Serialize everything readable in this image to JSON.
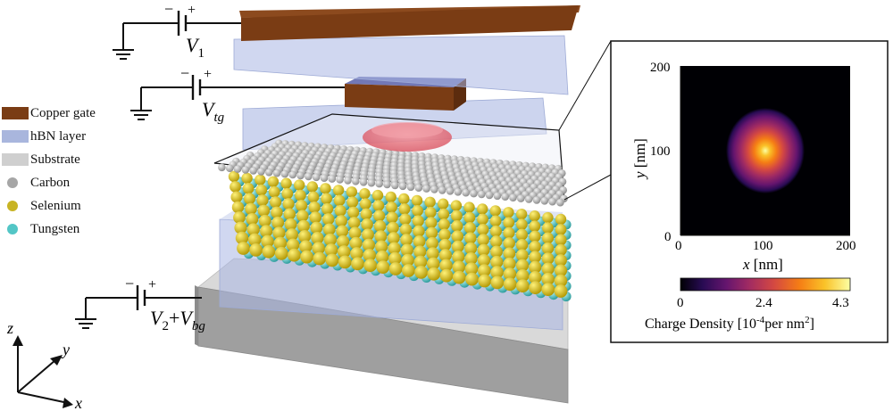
{
  "legend": {
    "items": [
      {
        "label": "Copper gate",
        "color": "#7a3c14",
        "shape": "swatch"
      },
      {
        "label": "hBN layer",
        "color": "#a9b6dd",
        "shape": "swatch"
      },
      {
        "label": "Substrate",
        "color": "#cfcfcf",
        "shape": "swatch"
      },
      {
        "label": "Carbon",
        "color": "#a6a6a6",
        "shape": "dot"
      },
      {
        "label": "Selenium",
        "color": "#c8b424",
        "shape": "dot"
      },
      {
        "label": "Tungsten",
        "color": "#53c6c6",
        "shape": "dot"
      }
    ]
  },
  "voltages": {
    "v1": {
      "base": "V",
      "sub": "1"
    },
    "vtg": {
      "base": "V",
      "sub": "tg"
    },
    "vbg": {
      "base1": "V",
      "sub1": "2",
      "plus": "+",
      "base2": "V",
      "sub2": "bg"
    },
    "minus": "−",
    "plus": "+"
  },
  "axes_triad": {
    "z": "z",
    "y": "y",
    "x": "x"
  },
  "colors": {
    "copper": "#7a3c14",
    "copper_top": "#8c4a1e",
    "hbn": "#aab7e3",
    "substrate_top": "#d8d8d8",
    "substrate_front": "#a8a8a8",
    "carbon": "#b4b4b4",
    "selenium": "#d8c21a",
    "tungsten": "#4fc2c2",
    "puddle": "#e8707a"
  },
  "inset": {
    "chart_data": {
      "type": "heatmap",
      "xlabel_var": "x",
      "xlabel_unit": "[nm]",
      "ylabel_var": "y",
      "ylabel_unit": "[nm]",
      "xlim": [
        0,
        200
      ],
      "ylim": [
        0,
        200
      ],
      "x_ticks": [
        "0",
        "100",
        "200"
      ],
      "y_ticks": [
        "0",
        "100",
        "200"
      ],
      "peak": {
        "x": 100,
        "y": 100,
        "value": 4.3
      },
      "colorbar": {
        "min": 0,
        "max": 4.3,
        "ticks": [
          "0",
          "2.4",
          "4.3"
        ],
        "label_pre": "Charge Density [10",
        "label_exp": "-4",
        "label_mid": "per nm",
        "label_exp2": "2",
        "label_post": "]",
        "colormap": "inferno"
      }
    }
  }
}
